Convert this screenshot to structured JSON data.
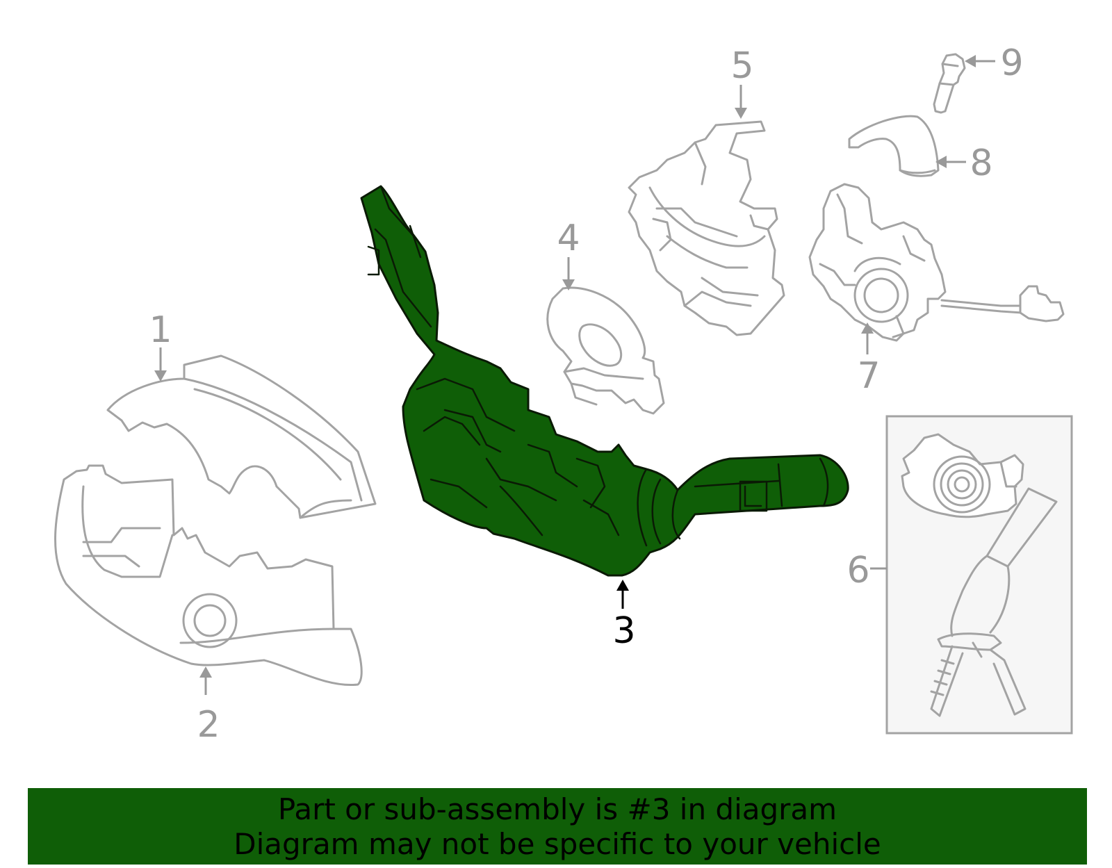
{
  "callouts": {
    "c1": "1",
    "c2": "2",
    "c3": "3",
    "c4": "4",
    "c5": "5",
    "c6": "6",
    "c7": "7",
    "c8": "8",
    "c9": "9"
  },
  "banner": {
    "line1": "Part or sub-assembly is #3 in diagram",
    "line2": "Diagram may not be specific to your vehicle"
  },
  "colors": {
    "highlight": "#0f5e07",
    "outline": "#a3a3a3",
    "callout": "#999999"
  }
}
